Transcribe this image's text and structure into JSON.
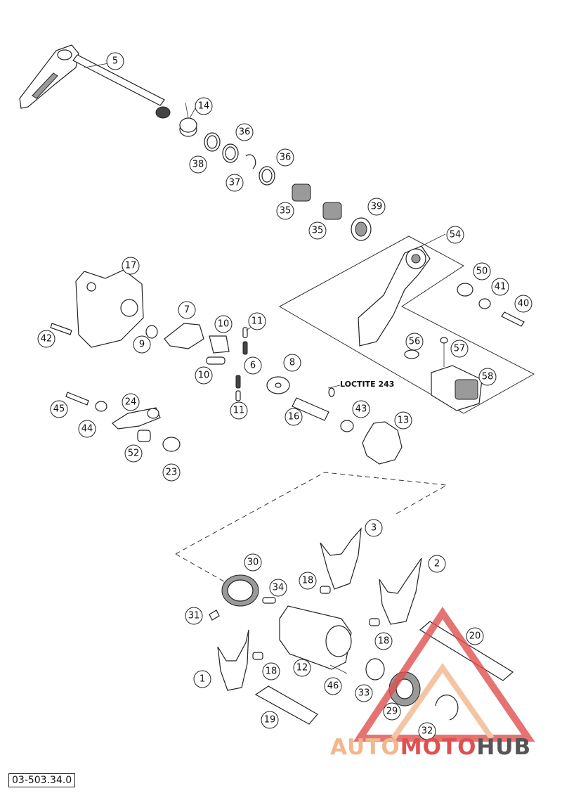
{
  "diagram": {
    "reference_code": "03-503.34.0",
    "annotation": "LOCTITE 243",
    "watermark": {
      "part1": "AUTO",
      "part2": "MOTO",
      "part3": "HUB"
    },
    "colors": {
      "line": "#222222",
      "watermark_orange": "#f2b78c",
      "watermark_red": "#e05050",
      "watermark_gray": "#555555"
    },
    "callouts": [
      "5",
      "14",
      "36",
      "38",
      "37",
      "36",
      "35",
      "39",
      "35",
      "54",
      "17",
      "7",
      "10",
      "11",
      "50",
      "41",
      "40",
      "42",
      "9",
      "56",
      "57",
      "6",
      "10",
      "8",
      "11",
      "58",
      "24",
      "45",
      "44",
      "16",
      "43",
      "13",
      "52",
      "23",
      "3",
      "30",
      "34",
      "18",
      "2",
      "31",
      "18",
      "20",
      "12",
      "1",
      "18",
      "33",
      "46",
      "29",
      "19",
      "32"
    ]
  }
}
